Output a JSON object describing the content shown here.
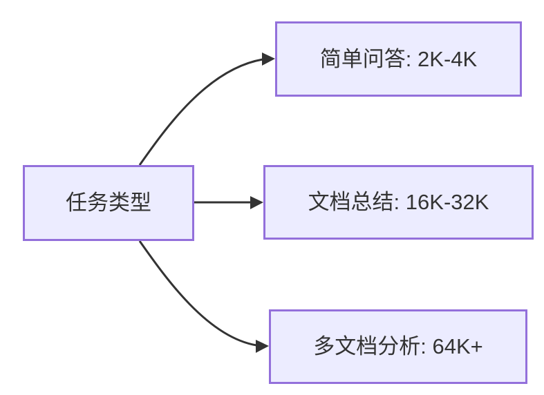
{
  "diagram": {
    "type": "flowchart",
    "direction": "left-to-right",
    "colors": {
      "background": "#ffffff",
      "node_fill": "#ECECFF",
      "node_border": "#9370DB",
      "edge": "#333333",
      "text": "#333333"
    },
    "nodes": {
      "root": {
        "label": "任务类型"
      },
      "simple_qa": {
        "label": "简单问答: 2K-4K"
      },
      "doc_summary": {
        "label": "文档总结: 16K-32K"
      },
      "multi_doc": {
        "label": "多文档分析: 64K+"
      }
    },
    "edges": [
      {
        "from": "任务类型",
        "to": "简单问答: 2K-4K"
      },
      {
        "from": "任务类型",
        "to": "文档总结: 16K-32K"
      },
      {
        "from": "任务类型",
        "to": "多文档分析: 64K+"
      }
    ]
  }
}
